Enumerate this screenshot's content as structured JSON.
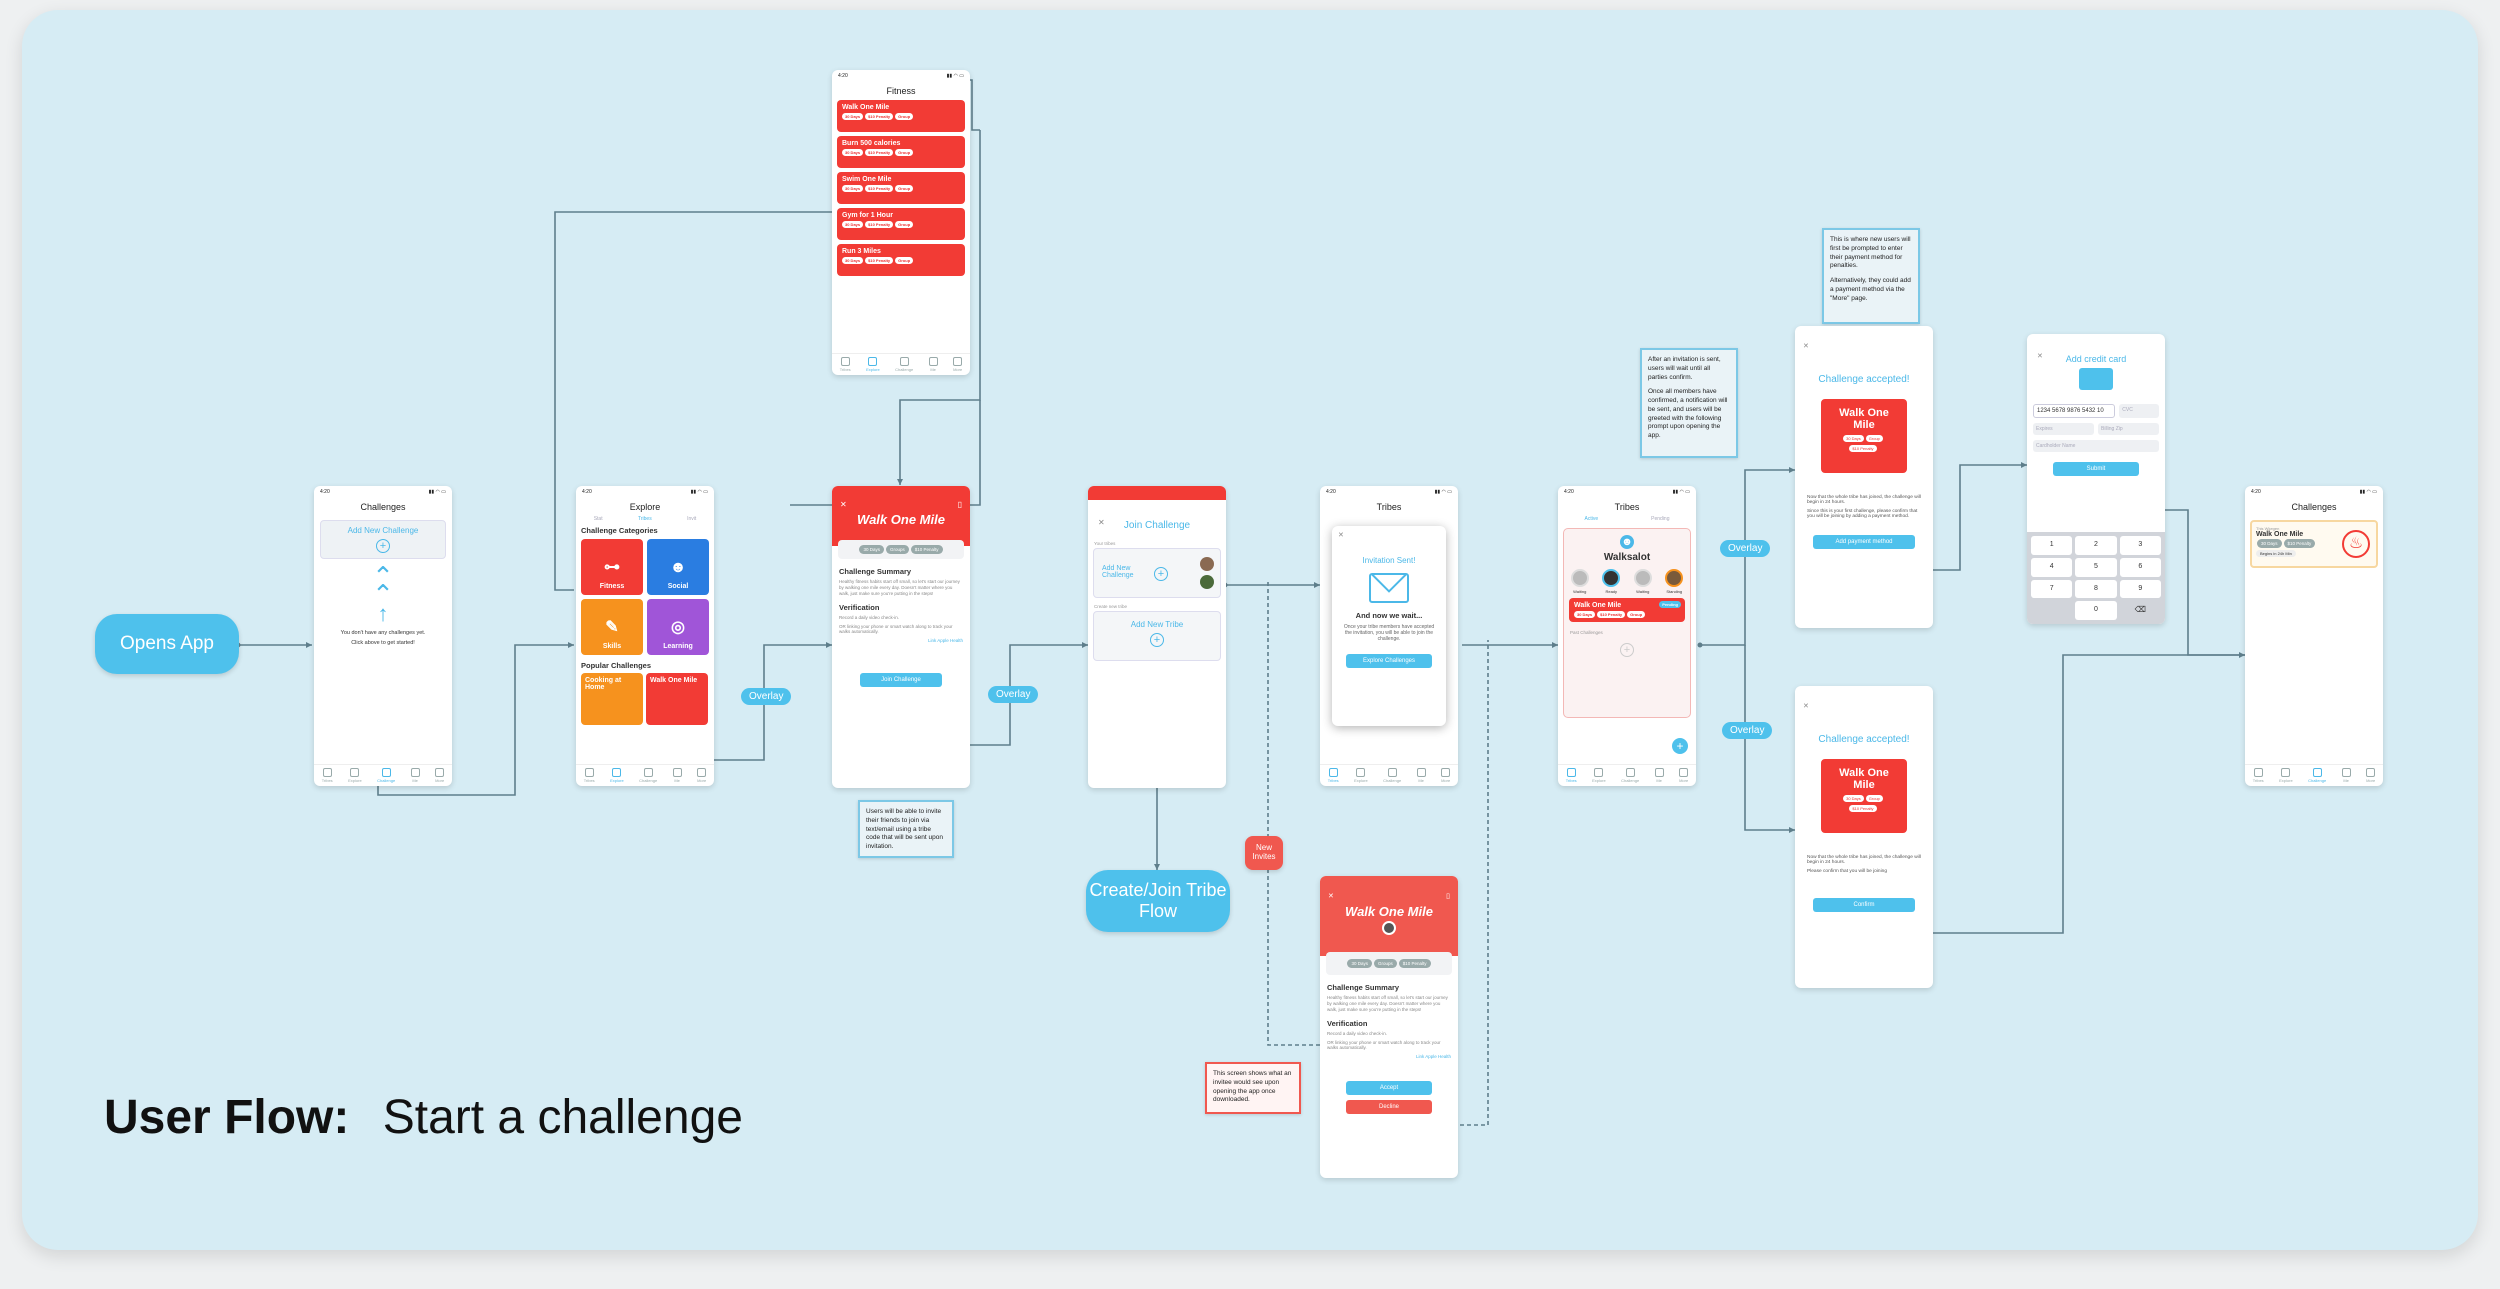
{
  "title": {
    "bold": "User Flow:",
    "rest": "Start a challenge"
  },
  "nodes": {
    "opens_app": "Opens App",
    "create_join": "Create/Join Tribe Flow",
    "new_invites": "New Invites"
  },
  "overlays": [
    "Overlay",
    "Overlay",
    "Overlay",
    "Overlay"
  ],
  "notes": {
    "invite_note": "Users will be able to invite their friends to join via text/email using a tribe code that will be sent upon invitation.",
    "screen_note": "This screen shows what an invitee would see upon opening the app once downloaded.",
    "wait_note_1": "After an invitation is sent, users will wait until all parties confirm.",
    "wait_note_2": "Once all members have confirmed, a notification will be sent, and users will be greeted with the following prompt upon opening the app.",
    "payment_note_1": "This is where new users will first be prompted to enter their payment method for penalties.",
    "payment_note_2": "Alternatively, they could add a payment method via the \"More\" page."
  },
  "status_time": "4:20",
  "tabs": [
    "Tribes",
    "Explore",
    "Challenge",
    "Me",
    "More"
  ],
  "screen_challenges_empty": {
    "title": "Challenges",
    "add": "Add New Challenge",
    "empty1": "You don't have any challenges yet.",
    "empty2": "Click above to get started!"
  },
  "screen_explore": {
    "title": "Explore",
    "tabs": [
      "Stat",
      "Tribes",
      "Invit"
    ],
    "categories_heading": "Challenge Categories",
    "categories": [
      "Fitness",
      "Social",
      "Skills",
      "Learning"
    ],
    "popular_heading": "Popular Challenges",
    "popular": [
      "Cooking at Home",
      "Walk One Mile"
    ]
  },
  "screen_fitness": {
    "title": "Fitness",
    "items": [
      "Walk One Mile",
      "Burn 500 calories",
      "Swim One Mile",
      "Gym for 1 Hour",
      "Run 3 Miles"
    ],
    "chips": [
      "30 Days",
      "$10 Penalty",
      "Group"
    ]
  },
  "screen_detail": {
    "title": "Walk One Mile",
    "chips": [
      "30 Days",
      "Groups",
      "$10 Penalty"
    ],
    "summary_heading": "Challenge Summary",
    "summary": "Healthy fitness habits start off small, so let's start our journey by walking one mile every day. Doesn't matter where you walk, just make sure you're putting in the steps!",
    "verification_heading": "Verification",
    "verification1": "Record a daily video check-in.",
    "verification2": "OR linking your phone or smart watch along to track your walks automatically.",
    "link": "Link Apple Health",
    "join": "Join Challenge"
  },
  "screen_join": {
    "title": "Join Challenge",
    "your_tribes": "Your tribes",
    "add_new_challenge": "Add New Challenge",
    "create_new": "Create new tribe",
    "add_new_tribe": "Add New Tribe"
  },
  "screen_sent": {
    "title": "Tribes",
    "heading": "Invitation Sent!",
    "wait": "And now we wait...",
    "body": "Once your tribe members have accepted the invitation, you will be able to join the challenge.",
    "button": "Explore Challenges"
  },
  "screen_tribe": {
    "title": "Tribes",
    "tabs": [
      "Active",
      "Pending"
    ],
    "name": "Walksalot",
    "members": [
      "Waiting",
      "Ready",
      "Waiting",
      "Standing"
    ],
    "challenge": "Walk One Mile",
    "pending_label": "Pending",
    "section": "Past Challenges"
  },
  "screen_accepted": {
    "title": "Challenge accepted!",
    "card": "Walk One Mile",
    "chips": [
      "30 Days",
      "Group",
      "$10 Penalty"
    ],
    "body1": "Now that the whole tribe has joined, the challenge will begin in 24 hours.",
    "body2": "Since this is your first challenge, please confirm that you will be joining by adding a payment method.",
    "button": "Add payment method"
  },
  "screen_accepted2": {
    "title": "Challenge accepted!",
    "card": "Walk One Mile",
    "chips": [
      "30 Days",
      "Group",
      "$10 Penalty"
    ],
    "body1": "Now that the whole tribe has joined, the challenge will begin in 24 hours.",
    "body2": "Please confirm that you will be joining",
    "button": "Confirm"
  },
  "screen_card": {
    "title": "Add credit card",
    "number": "1234 5678 9876 5432 10",
    "cvc": "CVC",
    "expiry": "Expires",
    "zip": "Billing Zip",
    "name": "Cardholder Name",
    "submit": "Submit",
    "keys": [
      "1",
      "2",
      "3",
      "4",
      "5",
      "6",
      "7",
      "8",
      "9",
      "0"
    ]
  },
  "screen_invite": {
    "title": "Walk One Mile",
    "chips": [
      "30 Days",
      "Groups",
      "$10 Penalty"
    ],
    "summary_heading": "Challenge Summary",
    "summary": "Healthy fitness habits start off small, so let's start our journey by walking one mile every day. Doesn't matter where you walk, just make sure you're putting in the steps!",
    "verification_heading": "Verification",
    "verification1": "Record a daily video check-in.",
    "verification2": "OR linking your phone or smart watch along to track your walks automatically.",
    "link": "Link Apple Health",
    "accept": "Accept",
    "decline": "Decline"
  },
  "screen_final": {
    "title": "Challenges",
    "label": "This Wkegen",
    "card": "Walk One Mile",
    "chips": [
      "30 Days",
      "$10 Penalty"
    ],
    "sub": "Begins in 24h Min"
  },
  "colors": {
    "canvas": "#d6ecf4",
    "accent": "#4ec1ec",
    "red": "#f23b35",
    "wire": "#6b8a96"
  }
}
